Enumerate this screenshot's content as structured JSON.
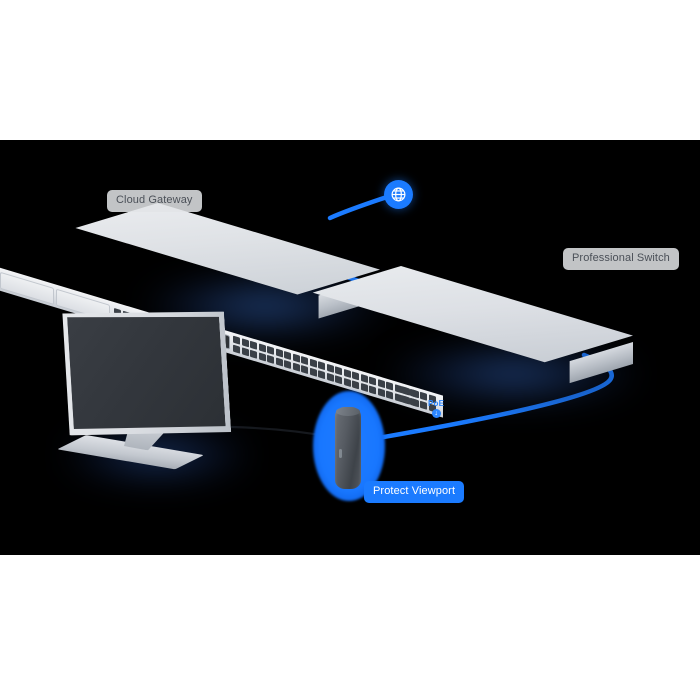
{
  "scene": {
    "background_color": "#000000",
    "page_background_color": "#ffffff",
    "accent_color": "#1b7bff",
    "device_color": "#dfe2e6"
  },
  "devices": [
    {
      "id": "cloud-gateway",
      "label": "Cloud Gateway",
      "badge_style": "grey",
      "type": "rack-appliance"
    },
    {
      "id": "professional-switch",
      "label": "Professional Switch",
      "badge_style": "grey",
      "type": "48-port-switch",
      "port_count": 48
    },
    {
      "id": "protect-viewport",
      "label": "Protect Viewport",
      "badge_style": "blue",
      "type": "streaming-device"
    },
    {
      "id": "display",
      "label": "",
      "badge_style": "none",
      "type": "television"
    }
  ],
  "annotations": {
    "internet": {
      "icon": "globe-icon",
      "label": ""
    },
    "poe": {
      "label": "PoE",
      "icon": "power-bolt-icon",
      "icon_glyph": "↓"
    }
  },
  "links": [
    {
      "id": "wan-link",
      "from": "internet",
      "to": "cloud-gateway",
      "color": "#1b7bff",
      "kind": "ethernet"
    },
    {
      "id": "gateway-link",
      "from": "cloud-gateway",
      "to": "professional-switch",
      "color": "#1b7bff",
      "kind": "ethernet"
    },
    {
      "id": "poe-link",
      "from": "professional-switch",
      "to": "protect-viewport",
      "color": "#1b7bff",
      "kind": "poe-ethernet"
    },
    {
      "id": "display-link",
      "from": "protect-viewport",
      "to": "display",
      "color": "#1a1d22",
      "kind": "hdmi"
    }
  ],
  "badges": {
    "gateway_label": "Cloud Gateway",
    "switch_label": "Professional Switch",
    "viewport_label": "Protect Viewport",
    "poe_label": "PoE"
  }
}
